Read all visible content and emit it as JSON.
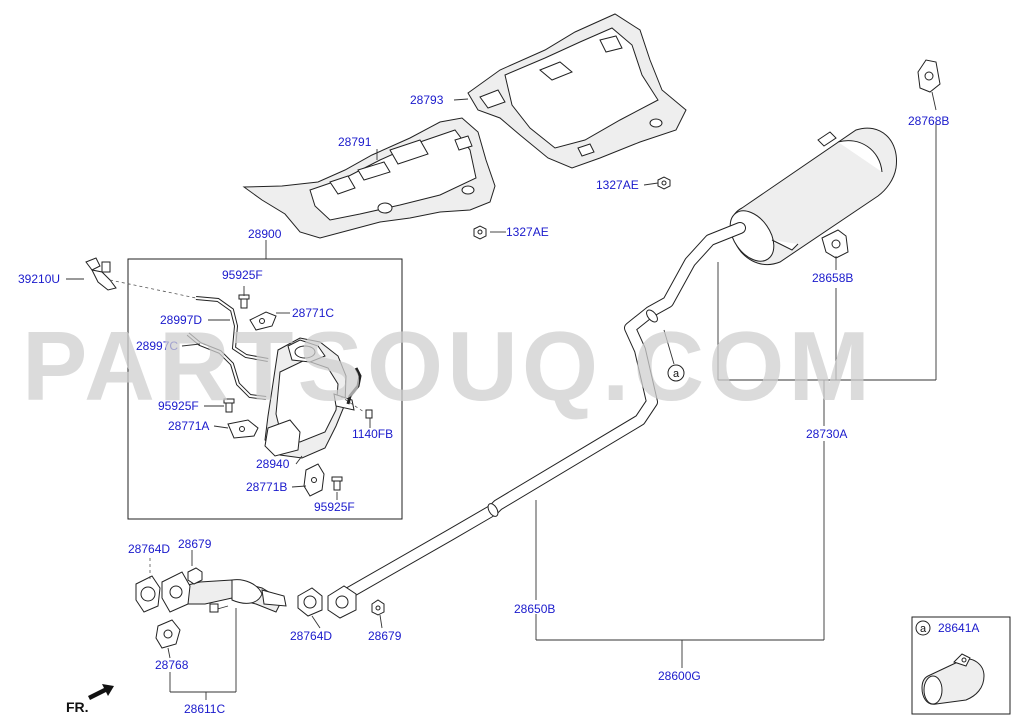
{
  "watermark": "PARTSOUQ.COM",
  "direction_label": "FR.",
  "callout_symbol": "a",
  "legend": {
    "symbol": "a",
    "part": "28641A"
  },
  "labels": {
    "l28793": "28793",
    "l28768B": "28768B",
    "l28791": "28791",
    "l1327AE_top": "1327AE",
    "l1327AE_mid": "1327AE",
    "l28900": "28900",
    "l39210U": "39210U",
    "l95925F_a": "95925F",
    "l28997D": "28997D",
    "l28771C": "28771C",
    "l28997C": "28997C",
    "l95925F_b": "95925F",
    "l28771A": "28771A",
    "l1140FB": "1140FB",
    "l28940": "28940",
    "l28771B": "28771B",
    "l95925F_c": "95925F",
    "l28658B": "28658B",
    "l28730A": "28730A",
    "l28764D_a": "28764D",
    "l28679_a": "28679",
    "l28764D_b": "28764D",
    "l28679_b": "28679",
    "l28768": "28768",
    "l28611C": "28611C",
    "l28650B": "28650B",
    "l28600G": "28600G"
  }
}
